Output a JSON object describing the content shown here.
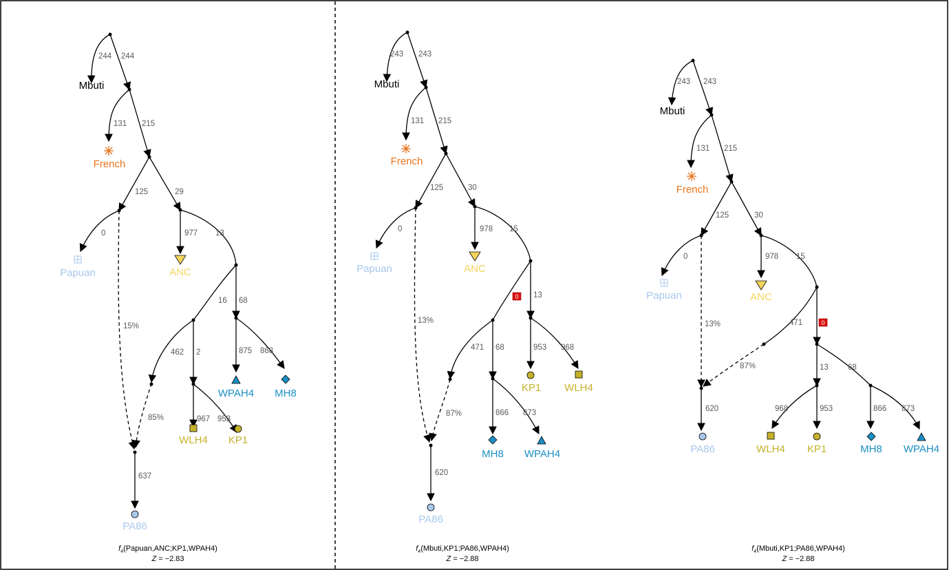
{
  "colors": {
    "Mbuti": "#000000",
    "French": "#e8741c",
    "Papuan": "#a9c8ec",
    "ANC": "#f5d55c",
    "PA86": "#a9c8ec",
    "KP1": "#c5b22b",
    "WLH4": "#c5b22b",
    "WPAH4": "#1b8fc4",
    "MH8": "#1b8fc4"
  },
  "marker_shapes": {
    "French": "asterisk-icon",
    "Papuan": "boxed-plus-icon",
    "ANC": "down-triangle-icon",
    "PA86": "circle-icon",
    "KP1": "circle-icon",
    "WLH4": "square-icon",
    "WPAH4": "up-triangle-icon",
    "MH8": "diamond-icon"
  },
  "panels": [
    {
      "nodes": [
        {
          "label": "Mbuti"
        },
        {
          "label": "French"
        },
        {
          "label": "Papuan"
        },
        {
          "label": "ANC"
        },
        {
          "label": "WPAH4"
        },
        {
          "label": "MH8"
        },
        {
          "label": "WLH4"
        },
        {
          "label": "KP1"
        },
        {
          "label": "PA86"
        }
      ],
      "edge_labels": [
        "244",
        "244",
        "131",
        "215",
        "125",
        "29",
        "0",
        "977",
        "13",
        "16",
        "68",
        "875",
        "868",
        "462",
        "2",
        "967",
        "953",
        "637"
      ],
      "admixture_labels": [
        "15%",
        "85%"
      ],
      "outlier_marks": [],
      "caption": {
        "f4": "(Papuan,ANC;KP1,WPAH4)",
        "z": " = −2.83"
      }
    },
    {
      "nodes": [
        {
          "label": "Mbuti"
        },
        {
          "label": "French"
        },
        {
          "label": "Papuan"
        },
        {
          "label": "ANC"
        },
        {
          "label": "KP1"
        },
        {
          "label": "WLH4"
        },
        {
          "label": "MH8"
        },
        {
          "label": "WPAH4"
        },
        {
          "label": "PA86"
        }
      ],
      "edge_labels": [
        "243",
        "243",
        "131",
        "215",
        "125",
        "30",
        "0",
        "978",
        "15",
        "13",
        "953",
        "968",
        "471",
        "68",
        "866",
        "873",
        "620"
      ],
      "admixture_labels": [
        "13%",
        "87%"
      ],
      "outlier_marks": [
        "0"
      ],
      "caption": {
        "f4": "(Mbuti,KP1;PA86,WPAH4)",
        "z": " = −2.88"
      }
    },
    {
      "nodes": [
        {
          "label": "Mbuti"
        },
        {
          "label": "French"
        },
        {
          "label": "Papuan"
        },
        {
          "label": "ANC"
        },
        {
          "label": "PA86"
        },
        {
          "label": "WLH4"
        },
        {
          "label": "KP1"
        },
        {
          "label": "MH8"
        },
        {
          "label": "WPAH4"
        }
      ],
      "edge_labels": [
        "243",
        "243",
        "131",
        "215",
        "125",
        "30",
        "0",
        "978",
        "15",
        "471",
        "13",
        "68",
        "620",
        "968",
        "953",
        "866",
        "873"
      ],
      "admixture_labels": [
        "13%",
        "87%"
      ],
      "outlier_marks": [
        "0"
      ],
      "caption": {
        "f4": "(Mbuti,KP1;PA86,WPAH4)",
        "z": " = −2.88"
      }
    }
  ],
  "caption_symbols": {
    "f": "f",
    "sub": "4",
    "z": "Z"
  }
}
